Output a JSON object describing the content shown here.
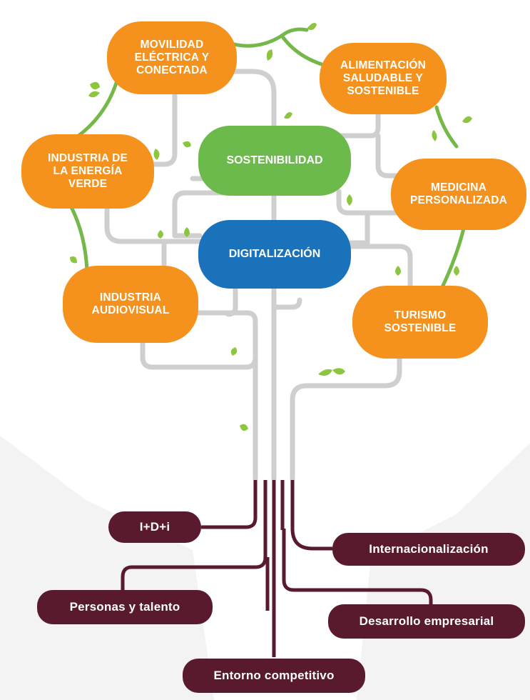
{
  "nodes": {
    "movilidad": "MOVILIDAD\nELÉCTRICA Y\nCONECTADA",
    "alimentacion": "ALIMENTACIÓN\nSALUDABLE Y\nSOSTENIBLE",
    "industria_energia": "INDUSTRIA DE\nLA ENERGÍA\nVERDE",
    "sostenibilidad": "SOSTENIBILIDAD",
    "medicina": "MEDICINA\nPERSONALIZADA",
    "digitalizacion": "DIGITALIZACIÓN",
    "audiovisual": "INDUSTRIA\nAUDIOVISUAL",
    "turismo": "TURISMO\nSOSTENIBLE"
  },
  "roots": {
    "idi": "I+D+i",
    "internacionalizacion": "Internacionalización",
    "personas": "Personas y talento",
    "desarrollo": "Desarrollo empresarial",
    "entorno": "Entorno competitivo"
  },
  "colors": {
    "orange": "#f5921e",
    "green": "#6cba4c",
    "blue": "#1a72ba",
    "root": "#5a1a2d",
    "branch": "#cfcfcf",
    "vine": "#74b84a",
    "leaf": "#8cc63f"
  }
}
